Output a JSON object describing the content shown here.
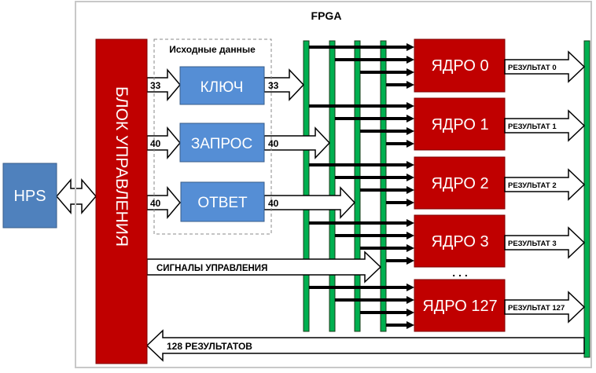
{
  "fpga_label": "FPGA",
  "hps_label": "HPS",
  "control_block_label": "БЛОК УПРАВЛЕНИЯ",
  "source_data": {
    "title": "Исходные данные",
    "blocks": [
      {
        "label": "КЛЮЧ",
        "in_width": "33",
        "out_width": "33"
      },
      {
        "label": "ЗАПРОС",
        "in_width": "40",
        "out_width": "40"
      },
      {
        "label": "ОТВЕТ",
        "in_width": "40",
        "out_width": "40"
      }
    ]
  },
  "control_signals_label": "СИГНАЛЫ УПРАВЛЕНИЯ",
  "cores": [
    {
      "label": "ЯДРО 0",
      "result": "РЕЗУЛЬТАТ 0"
    },
    {
      "label": "ЯДРО 1",
      "result": "РЕЗУЛЬТАТ 1"
    },
    {
      "label": "ЯДРО 2",
      "result": "РЕЗУЛЬТАТ 2"
    },
    {
      "label": "ЯДРО 3",
      "result": "РЕЗУЛЬТАТ 3"
    },
    {
      "label": "ЯДРО 127",
      "result": "РЕЗУЛЬТАТ 127"
    }
  ],
  "ellipsis": ". . .",
  "results_bus_label": "128 РЕЗУЛЬТАТОВ",
  "colors": {
    "control": "#c00000",
    "data_block": "#558ed5",
    "hps": "#4f81bd",
    "bus": "#00b050"
  }
}
